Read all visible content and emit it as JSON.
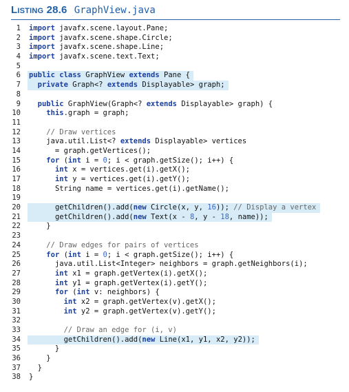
{
  "listing": {
    "label": "Listing 28.6",
    "file": "GraphView.java"
  },
  "lines": [
    {
      "n": "1",
      "t": "import javafx.scene.layout.Pane;",
      "h": false
    },
    {
      "n": "2",
      "t": "import javafx.scene.shape.Circle;",
      "h": false
    },
    {
      "n": "3",
      "t": "import javafx.scene.shape.Line;",
      "h": false
    },
    {
      "n": "4",
      "t": "import javafx.scene.text.Text;",
      "h": false
    },
    {
      "n": "5",
      "t": "",
      "h": false
    },
    {
      "n": "6",
      "t": "public class GraphView extends Pane {",
      "h": true
    },
    {
      "n": "7",
      "t": "  private Graph<? extends Displayable> graph;",
      "h": true
    },
    {
      "n": "8",
      "t": "",
      "h": false
    },
    {
      "n": "9",
      "t": "  public GraphView(Graph<? extends Displayable> graph) {",
      "h": false
    },
    {
      "n": "10",
      "t": "    this.graph = graph;",
      "h": false
    },
    {
      "n": "11",
      "t": "",
      "h": false
    },
    {
      "n": "12",
      "t": "    // Draw vertices",
      "h": false
    },
    {
      "n": "13",
      "t": "    java.util.List<? extends Displayable> vertices",
      "h": false
    },
    {
      "n": "14",
      "t": "      = graph.getVertices();",
      "h": false
    },
    {
      "n": "15",
      "t": "    for (int i = 0; i < graph.getSize(); i++) {",
      "h": false
    },
    {
      "n": "16",
      "t": "      int x = vertices.get(i).getX();",
      "h": false
    },
    {
      "n": "17",
      "t": "      int y = vertices.get(i).getY();",
      "h": false
    },
    {
      "n": "18",
      "t": "      String name = vertices.get(i).getName();",
      "h": false
    },
    {
      "n": "19",
      "t": "",
      "h": false
    },
    {
      "n": "20",
      "t": "      getChildren().add(new Circle(x, y, 16)); // Display a vertex",
      "h": true
    },
    {
      "n": "21",
      "t": "      getChildren().add(new Text(x - 8, y - 18, name));",
      "h": true
    },
    {
      "n": "22",
      "t": "    }",
      "h": false
    },
    {
      "n": "23",
      "t": "",
      "h": false
    },
    {
      "n": "24",
      "t": "    // Draw edges for pairs of vertices",
      "h": false
    },
    {
      "n": "25",
      "t": "    for (int i = 0; i < graph.getSize(); i++) {",
      "h": false
    },
    {
      "n": "26",
      "t": "      java.util.List<Integer> neighbors = graph.getNeighbors(i);",
      "h": false
    },
    {
      "n": "27",
      "t": "      int x1 = graph.getVertex(i).getX();",
      "h": false
    },
    {
      "n": "28",
      "t": "      int y1 = graph.getVertex(i).getY();",
      "h": false
    },
    {
      "n": "29",
      "t": "      for (int v: neighbors) {",
      "h": false
    },
    {
      "n": "30",
      "t": "        int x2 = graph.getVertex(v).getX();",
      "h": false
    },
    {
      "n": "31",
      "t": "        int y2 = graph.getVertex(v).getY();",
      "h": false
    },
    {
      "n": "32",
      "t": "",
      "h": false
    },
    {
      "n": "33",
      "t": "        // Draw an edge for (i, v)",
      "h": false
    },
    {
      "n": "34",
      "t": "        getChildren().add(new Line(x1, y1, x2, y2));",
      "h": true
    },
    {
      "n": "35",
      "t": "      }",
      "h": false
    },
    {
      "n": "36",
      "t": "    }",
      "h": false
    },
    {
      "n": "37",
      "t": "  }",
      "h": false
    },
    {
      "n": "38",
      "t": "}",
      "h": false
    }
  ]
}
